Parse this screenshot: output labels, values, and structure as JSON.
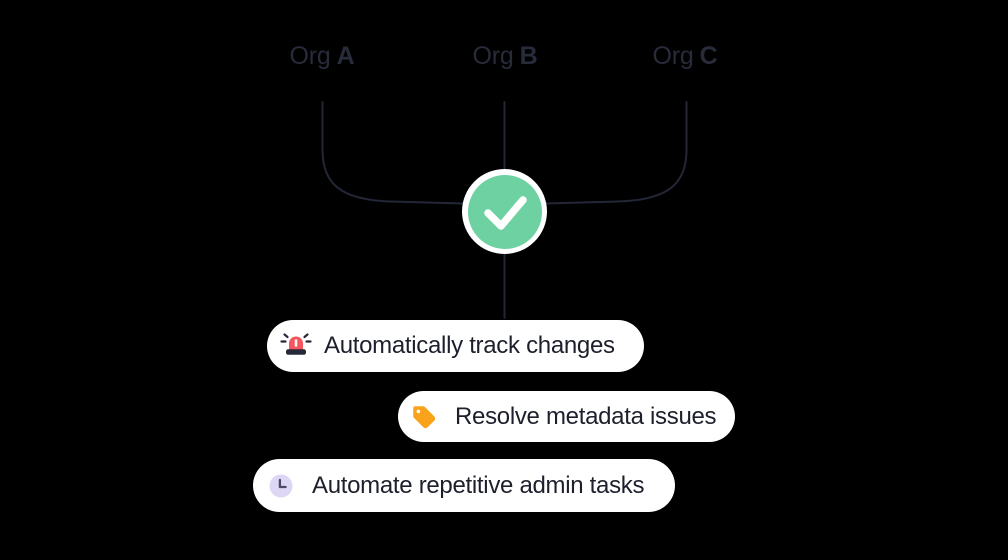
{
  "background_color": "#000000",
  "orgs": {
    "text_color": "#282b3a",
    "items": [
      {
        "prefix": "Org",
        "letter": "A"
      },
      {
        "prefix": "Org",
        "letter": "B"
      },
      {
        "prefix": "Org",
        "letter": "C"
      }
    ]
  },
  "connector": {
    "line_color": "#232637"
  },
  "check_badge": {
    "icon": "check-icon",
    "circle_color": "#6ed1a1",
    "ring_color": "#ffffff",
    "mark_color": "#ffffff"
  },
  "pills": {
    "bg_color": "#ffffff",
    "text_color": "#1d202c",
    "items": [
      {
        "icon": "siren-icon",
        "label": "Automatically track changes"
      },
      {
        "icon": "tag-icon",
        "label": "Resolve metadata issues"
      },
      {
        "icon": "clock-icon",
        "label": "Automate repetitive admin tasks"
      }
    ]
  },
  "icon_colors": {
    "siren_red": "#f4555f",
    "siren_dark": "#262938",
    "siren_slit": "#fff5ef",
    "tag_orange": "#f8a31a",
    "clock_face": "#ddd6f5",
    "clock_hands": "#4b4a68"
  }
}
